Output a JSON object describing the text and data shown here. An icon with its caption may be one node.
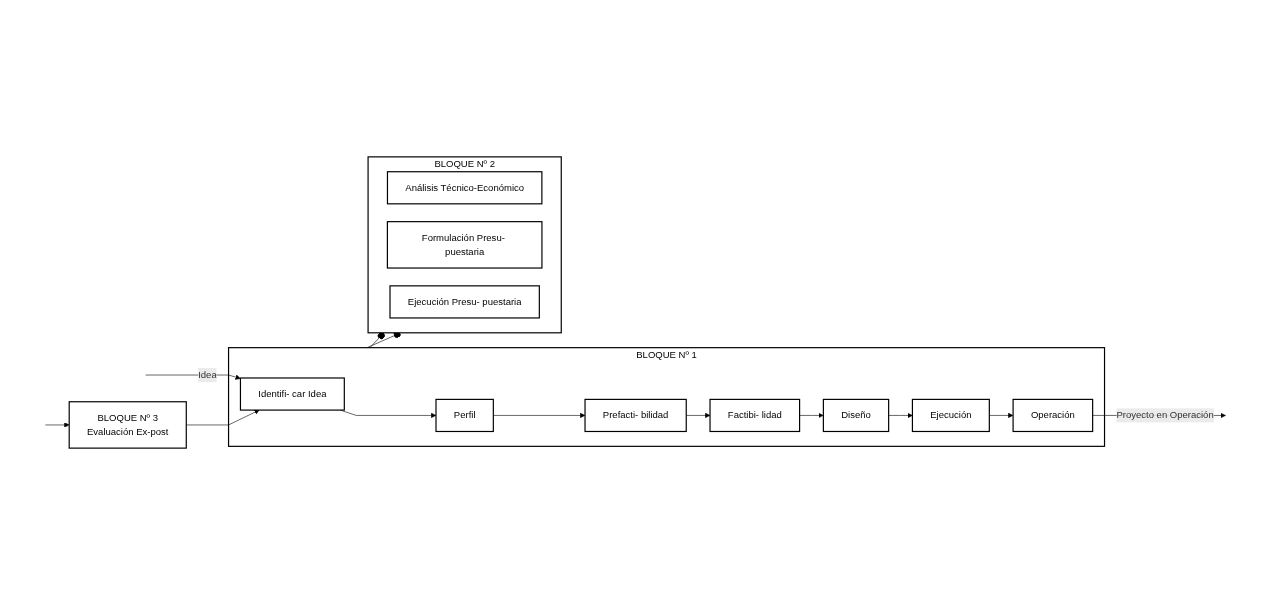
{
  "diagram": {
    "nodes": [
      {
        "text": [
          "BLOQUE Nº 1"
        ]
      },
      {
        "text": [
          "Identifi- car Idea"
        ],
        "in": 0
      },
      {
        "text": [
          "Perfil"
        ],
        "in": 0
      },
      {
        "text": [
          "Prefacti- bilidad"
        ],
        "in": 0
      },
      {
        "text": [
          "Factibi- lidad"
        ],
        "in": 0
      },
      {
        "text": [
          "Diseño"
        ],
        "in": 0
      },
      {
        "text": [
          "Ejecución"
        ],
        "in": 0
      },
      {
        "text": [
          "Operación"
        ],
        "in": 0
      },
      {
        "text": [
          "BLOQUE Nº 2"
        ]
      },
      {
        "text": [
          "Análisis Técnico-Económico"
        ],
        "in": 8
      },
      {
        "text": [
          "Formulación Presu- puestaria"
        ],
        "in": 8
      },
      {
        "text": [
          "Ejecución Presu- puestaria"
        ],
        "in": 8
      },
      {
        "text": [
          "BLOQUE Nº 3",
          "Evaluación Ex-post"
        ]
      }
    ],
    "edges": [
      {
        "from": null,
        "to": 1,
        "arrow": "to",
        "label": "Idea"
      },
      {
        "from": 1,
        "to": 2,
        "arrow": "to"
      },
      {
        "from": 2,
        "to": 3,
        "arrow": "to"
      },
      {
        "from": 3,
        "to": 4,
        "arrow": "to"
      },
      {
        "from": 4,
        "to": 5,
        "arrow": "to"
      },
      {
        "from": 5,
        "to": 6,
        "arrow": "to"
      },
      {
        "from": 6,
        "to": 7,
        "arrow": "to"
      },
      {
        "from": 7,
        "to": null,
        "arrow": "to",
        "label": "Proyecto en Operación"
      },
      {
        "from": null,
        "to": 12,
        "arrow": "to"
      },
      {
        "from": 12,
        "to": 1,
        "arrow": "to"
      },
      {
        "from": 0,
        "to": 8,
        "arrow": "other"
      },
      {
        "from": 0,
        "to": 8,
        "arrow": "other"
      }
    ]
  }
}
